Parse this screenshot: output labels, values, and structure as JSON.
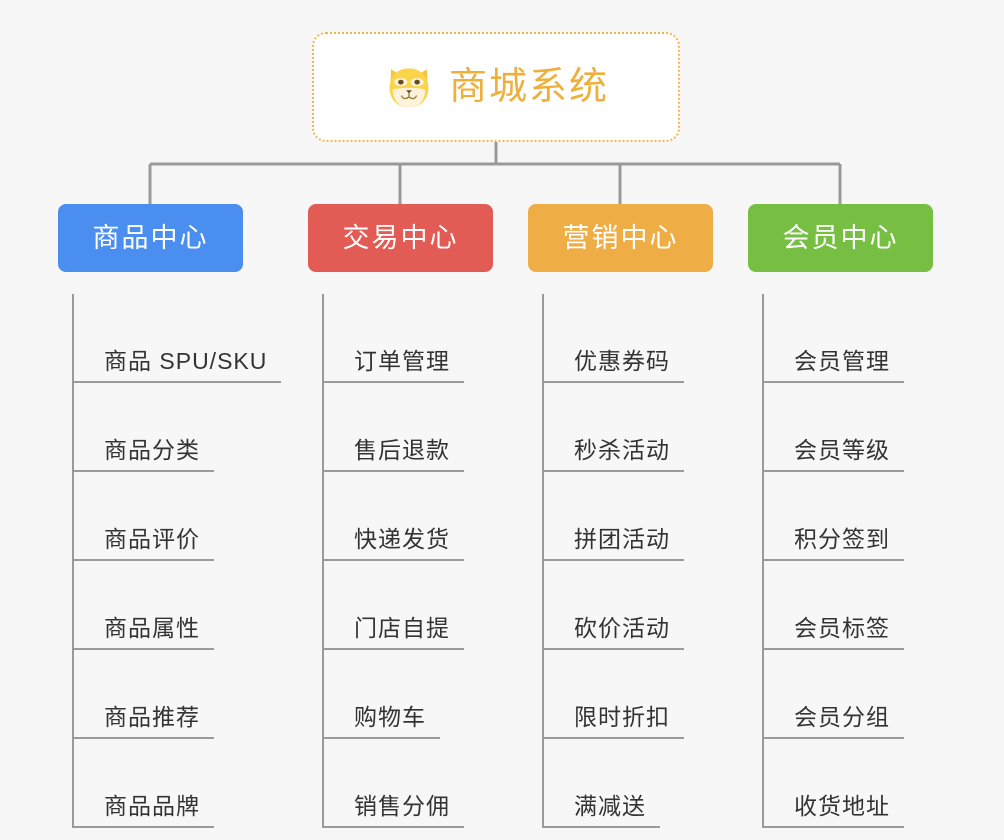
{
  "page": {
    "background_color": "#f7f7f7",
    "diagram_type": "mind-map / functional architecture tree"
  },
  "root": {
    "title": "商城系统",
    "emoji_name": "shiba-inu-face-emoji",
    "text_color": "#eeb03c",
    "border_color": "#f0b64a",
    "fill_color": "#ffffff"
  },
  "connector": {
    "color": "#9a9a9a"
  },
  "branches": [
    {
      "id": "product-center",
      "label": "商品中心",
      "color": "#4a8ef0",
      "items": [
        "商品 SPU/SKU",
        "商品分类",
        "商品评价",
        "商品属性",
        "商品推荐",
        "商品品牌"
      ]
    },
    {
      "id": "trade-center",
      "label": "交易中心",
      "color": "#e25b55",
      "items": [
        "订单管理",
        "售后退款",
        "快递发货",
        "门店自提",
        "购物车",
        "销售分佣"
      ]
    },
    {
      "id": "marketing-center",
      "label": "营销中心",
      "color": "#eead45",
      "items": [
        "优惠券码",
        "秒杀活动",
        "拼团活动",
        "砍价活动",
        "限时折扣",
        "满减送"
      ]
    },
    {
      "id": "member-center",
      "label": "会员中心",
      "color": "#76bf43",
      "items": [
        "会员管理",
        "会员等级",
        "积分签到",
        "会员标签",
        "会员分组",
        "收货地址"
      ]
    }
  ]
}
